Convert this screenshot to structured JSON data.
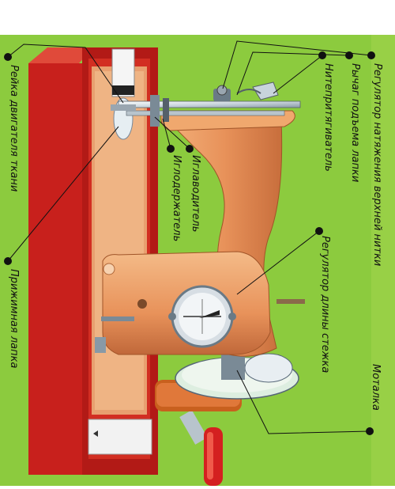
{
  "diagram": {
    "labels": {
      "upper_thread_tension": "Регулятор натяжения верхней нитки",
      "presser_lift_lever": "Рычаг подъема лапки",
      "thread_take_up": "Нитепритягиватель",
      "needle_guide": "Иглаводитель",
      "needle_holder": "Иглодержатель",
      "stitch_length_regulator": "Регулятор длины стежка",
      "bobbin_winder": "Моталка",
      "fabric_feed_dog": "Рейка двигателя ткани",
      "presser_foot": "Прижимная лапка"
    },
    "colors": {
      "background": "#8ccb3e",
      "case_red": "#c8201c",
      "case_panel": "#e8a070",
      "machine_body": "#e8925a",
      "handle_red": "#d42020",
      "chrome": "#c8d4dc",
      "line": "#111111"
    }
  }
}
